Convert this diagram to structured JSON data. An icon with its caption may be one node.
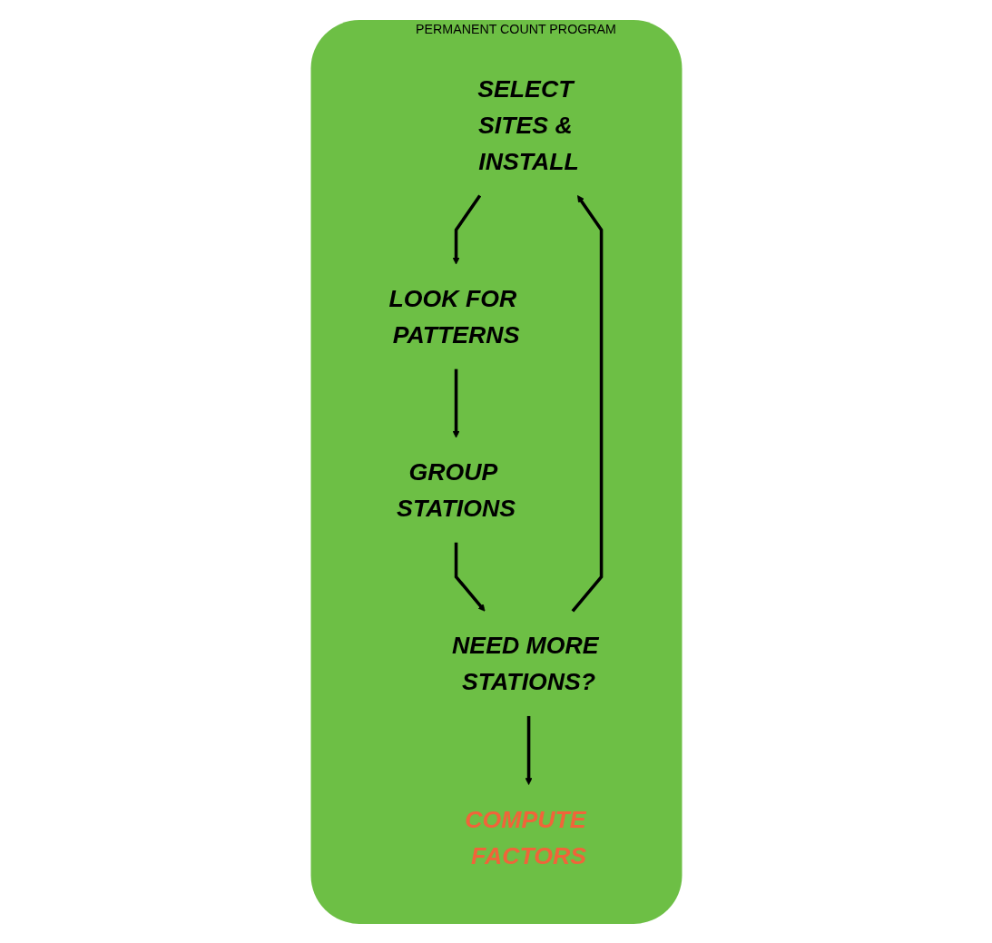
{
  "diagram": {
    "nodes": [
      {
        "text": [
          "PERMANENT COUNT PROGRAM"
        ]
      },
      {
        "text": [
          "SELECT SITES & INSTALL"
        ],
        "in": 0
      },
      {
        "text": [
          "LOOK FOR PATTERNS"
        ],
        "in": 0
      },
      {
        "text": [
          "GROUP STATIONS"
        ],
        "in": 0
      },
      {
        "text": [
          "NEED MORE STATIONS?"
        ],
        "in": 0
      },
      {
        "text": [
          "COMPUTE FACTORS"
        ],
        "in": 0
      }
    ],
    "edges": [
      {
        "from": 1,
        "to": 2,
        "arrow": "to"
      },
      {
        "from": 2,
        "to": 3,
        "arrow": "to"
      },
      {
        "from": 3,
        "to": 4,
        "arrow": "to"
      },
      {
        "from": 4,
        "to": 1,
        "arrow": "to"
      },
      {
        "from": 4,
        "to": 5,
        "arrow": "to"
      }
    ]
  }
}
